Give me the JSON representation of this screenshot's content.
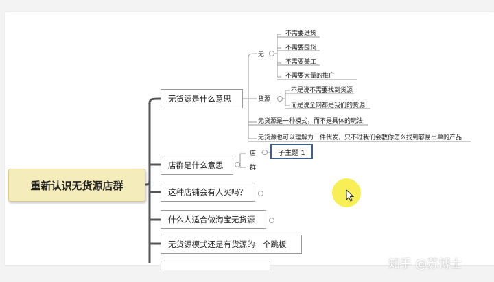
{
  "root": {
    "label": "重新认识无货源店群"
  },
  "topics": {
    "t1": {
      "label": "无货源是什么意思"
    },
    "t2": {
      "label": "店群是什么意思"
    },
    "t3": {
      "label": "这种店铺会有人买吗？"
    },
    "t4": {
      "label": "什么人适合做淘宝无货源"
    },
    "t5": {
      "label": "无货源模式还是有货源的一个跳板"
    }
  },
  "t1_children": {
    "wu": {
      "label": "无"
    },
    "wu_items": [
      "不需要进货",
      "不需要囤货",
      "不需要美工",
      "不需要大量的推广"
    ],
    "huoyuan": {
      "label": "货源"
    },
    "huoyuan_items": [
      "不是说不需要找到货源",
      "而是说全网都是我们的货源"
    ],
    "mode": "无货源是一种模式，而不是具体的玩法",
    "daifa": "无货源也可以理解为一件代发，只不过我们会教你怎么找到容易出单的产品"
  },
  "t2_children": {
    "dian": "店",
    "qun": "群",
    "subtopic": "子主题 1"
  },
  "watermark": "知乎 @苏博士",
  "colors": {
    "root_fill": "#f5ecbb",
    "selection_border": "#3f5f8e",
    "cursor_highlight": "#f5ea1e"
  }
}
